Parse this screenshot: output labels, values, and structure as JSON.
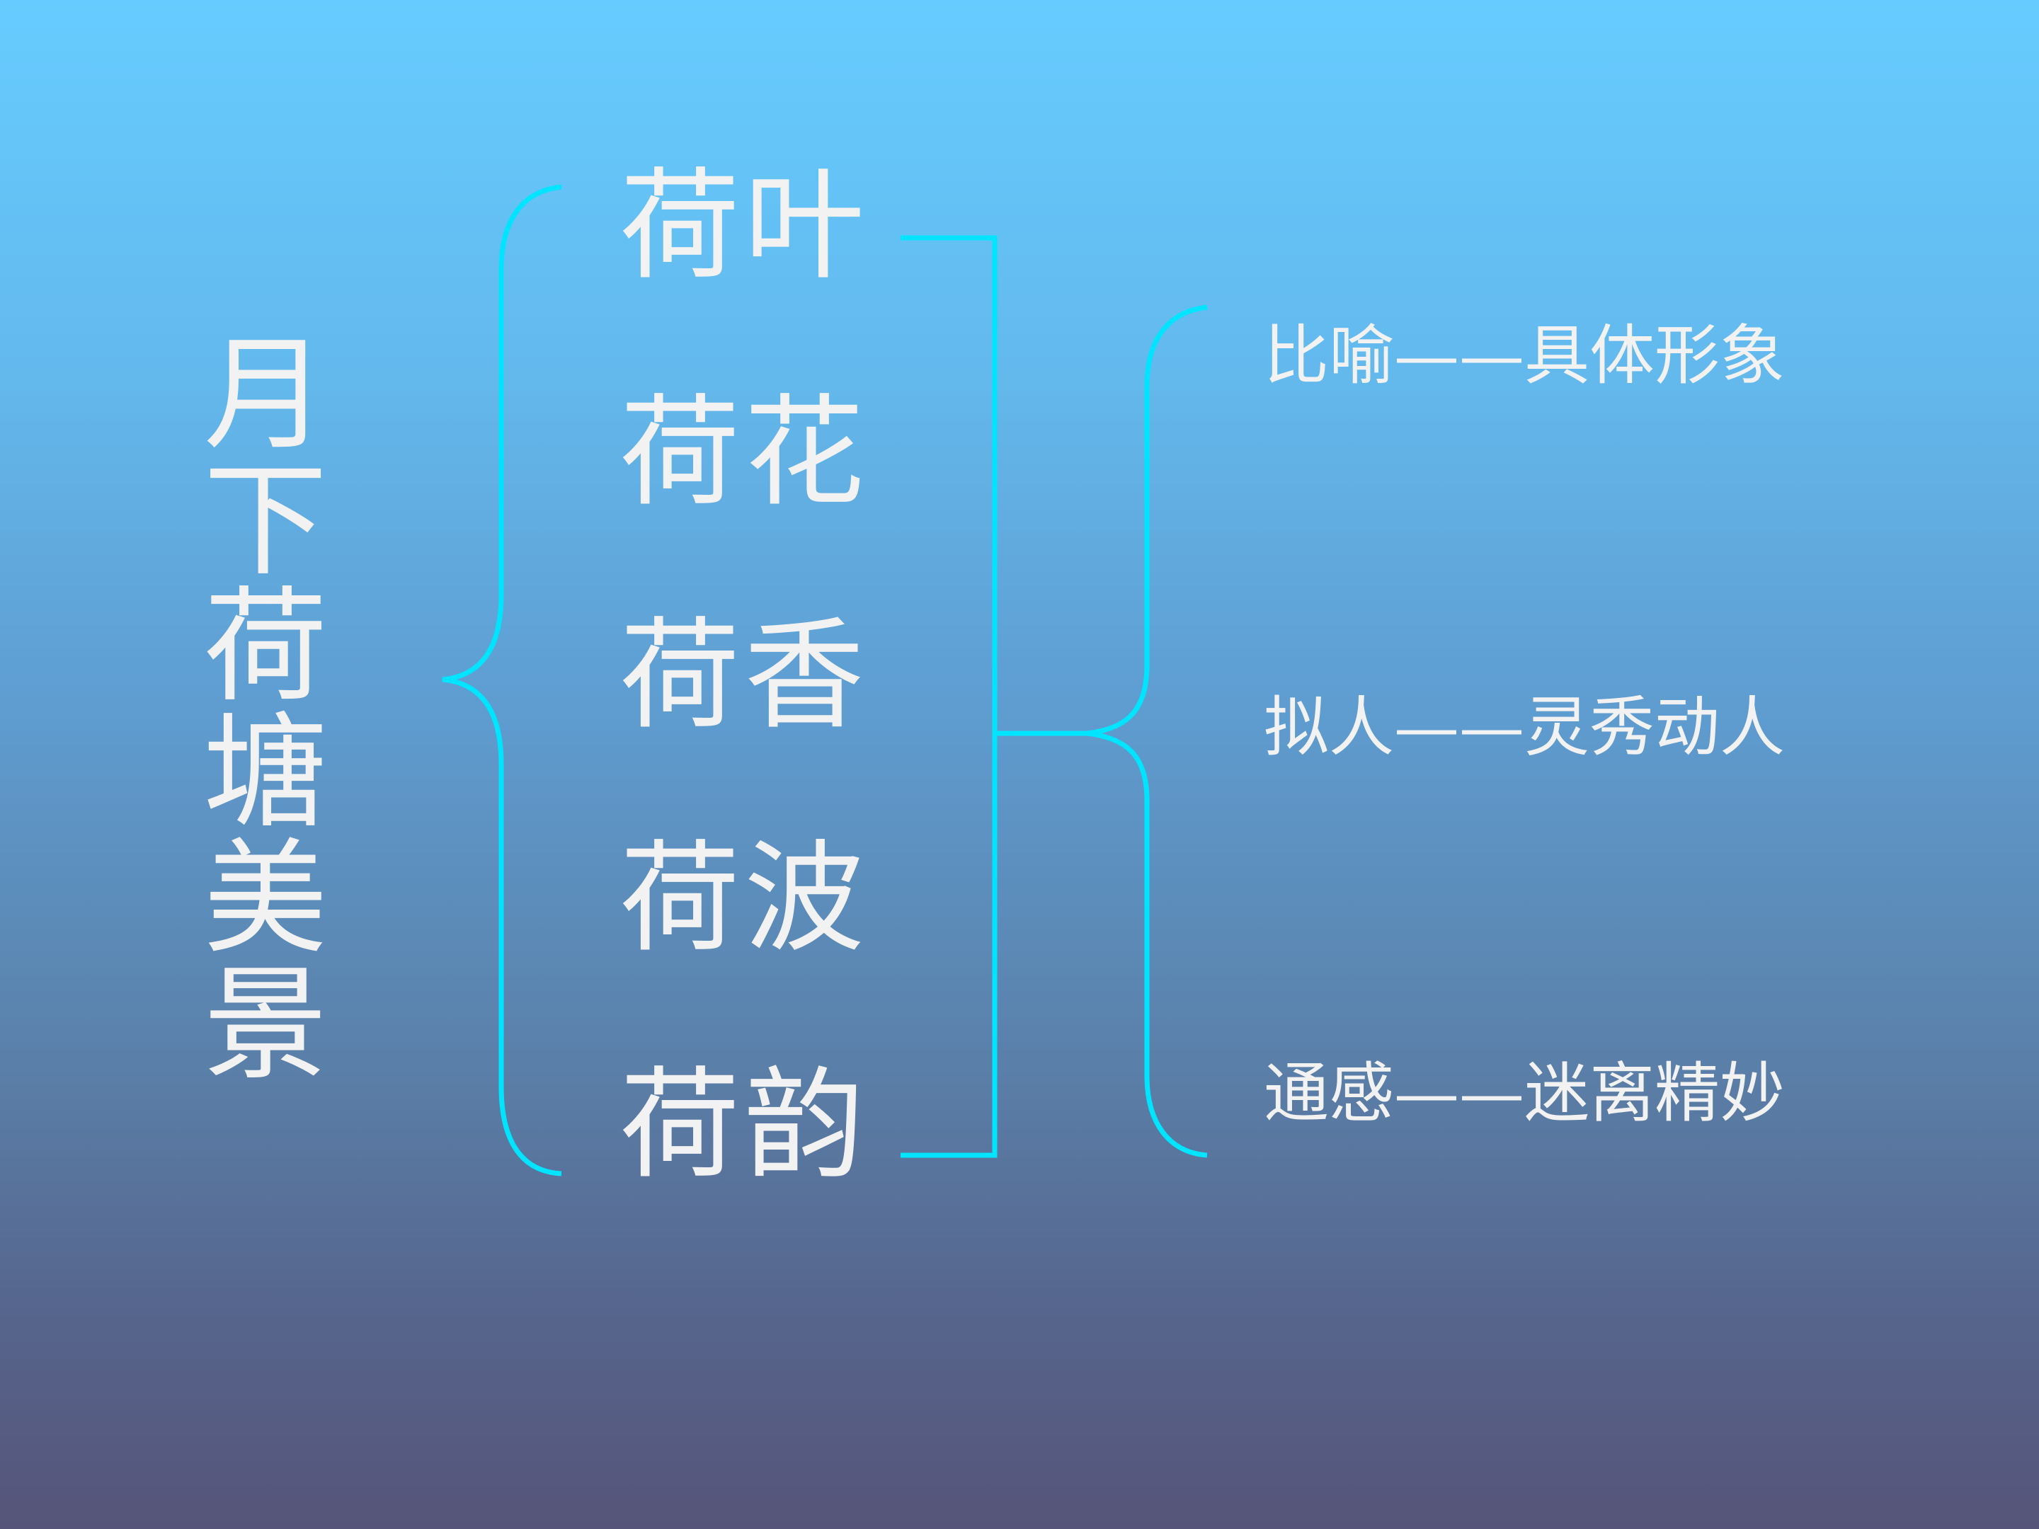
{
  "slide": {
    "title_chars": [
      "月",
      "下",
      "荷",
      "塘",
      "美",
      "景"
    ],
    "center_items": [
      "荷叶",
      "荷花",
      "荷香",
      "荷波",
      "荷韵"
    ],
    "devices": [
      "比喻——具体形象",
      "拟人——灵秀动人",
      "通感——迷离精妙"
    ]
  },
  "colors": {
    "bracket": "#00e5ff",
    "text": "#f2f2f2",
    "background_top": "#66ccff",
    "background_bottom": "#565479"
  }
}
